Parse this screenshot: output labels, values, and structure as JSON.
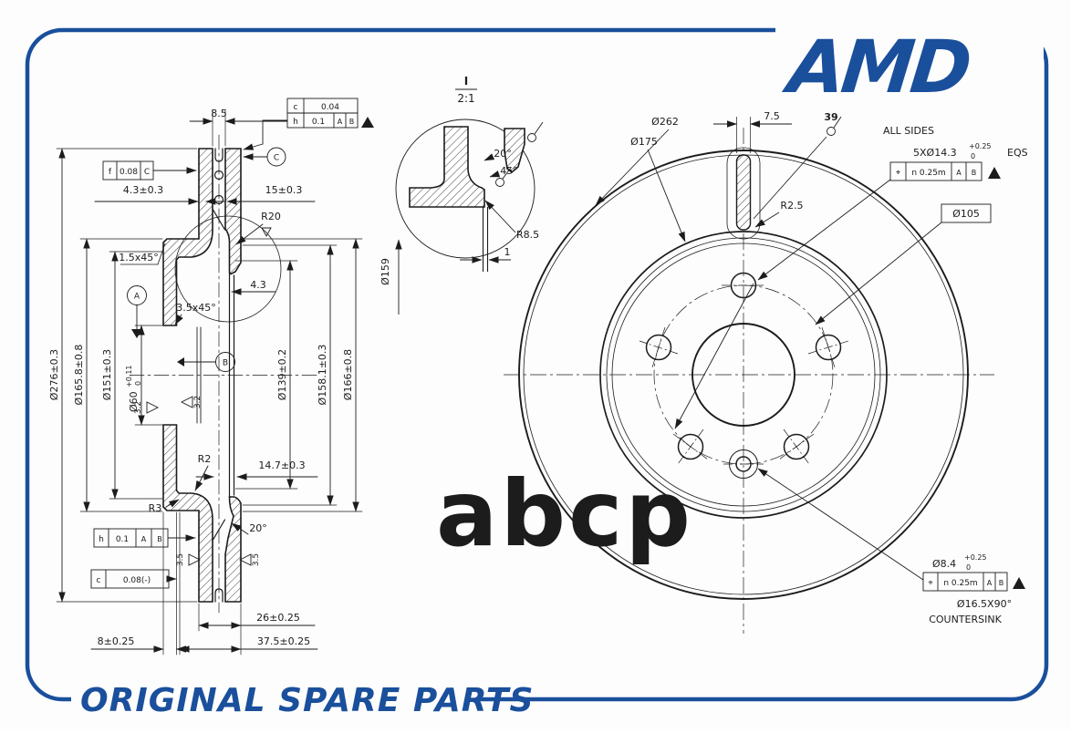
{
  "brand": {
    "logo": "AMD",
    "tagline": "ORIGINAL SPARE PARTS",
    "watermark": "abcp"
  },
  "colors": {
    "blue": "#1a4f9c",
    "line": "#1c1c1c",
    "watermark_gray": "#b9bcc2"
  },
  "section_view": {
    "tol_table": {
      "r1c1": "c",
      "r1c2": "0.04",
      "r2c1": "h",
      "r2c2": "0.1",
      "r2c3": "A",
      "r2c4": "B"
    },
    "datum_a": "A",
    "datum_b": "B",
    "datum_c": "C",
    "frame_f": {
      "c1": "f",
      "c2": "0.08",
      "c3": "C"
    },
    "frame_h": {
      "c1": "h",
      "c2": "0.1",
      "c3": "A",
      "c4": "B"
    },
    "frame_c": {
      "c1": "c",
      "c2": "0.08(-)"
    },
    "dims": {
      "w8_5": "8.5",
      "t4_3": "4.3±0.3",
      "t15": "15±0.3",
      "r20": "R20",
      "ch15": "1.5x45°",
      "ch35": "3.5x45°",
      "d276": "Ø276±0.3",
      "d165": "Ø165.8±0.8",
      "d151": "Ø151±0.3",
      "d60": "Ø60",
      "d60_sup": "+0.11",
      "d60_sub": "0",
      "rough32_left": "3.2",
      "rough32_right": "3.2",
      "g4_3": "4.3",
      "d139": "Ø139±0.2",
      "d158": "Ø158.1±0.3",
      "d166": "Ø166±0.8",
      "t14_7": "14.7±0.3",
      "r2": "R2",
      "r3": "R3",
      "a20": "20°",
      "rough35_left": "3.5",
      "rough35_right": "3.5",
      "w26": "26±0.25",
      "w8": "8±0.25",
      "w37_5": "37.5±0.25"
    }
  },
  "detail_view": {
    "label": "I",
    "scale": "2:1",
    "a20": "20°",
    "a45": "45°",
    "r8_5": "R8.5",
    "t1": "1",
    "d159": "Ø159"
  },
  "face_view": {
    "d262": "Ø262",
    "d175": "Ø175",
    "t7_5": "7.5",
    "vanes": "39",
    "all_sides": "ALL SIDES",
    "holes": {
      "label": "5XØ14.3",
      "sup": "+0.25",
      "sub": "0",
      "eqs": "EQS"
    },
    "pos1": {
      "sym": "⌖",
      "val": "n 0.25m",
      "a": "A",
      "b": "B"
    },
    "d105": "Ø105",
    "r2_5": "R2.5",
    "hole2": {
      "label": "Ø8.4",
      "sup": "+0.25",
      "sub": "0"
    },
    "pos2": {
      "sym": "⌖",
      "val": "n 0.25m",
      "a": "A",
      "b": "B"
    },
    "cs": "Ø16.5X90°",
    "cs_note": "COUNTERSINK"
  }
}
